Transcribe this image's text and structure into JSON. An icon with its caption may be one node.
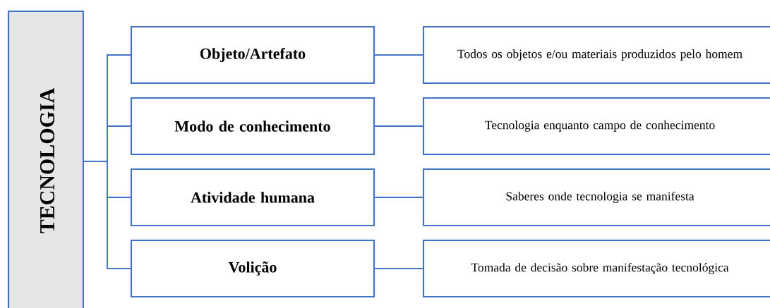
{
  "diagram": {
    "nodes": [
      {
        "text": [
          "TECNOLOGIA"
        ]
      },
      {
        "text": [
          "Objeto/Artefato"
        ]
      },
      {
        "text": [
          "Modo de conhecimento"
        ]
      },
      {
        "text": [
          "Atividade humana"
        ]
      },
      {
        "text": [
          "Volição"
        ]
      },
      {
        "text": [
          "Todos os objetos e/ou materiais produzidos pelo homem"
        ]
      },
      {
        "text": [
          "Tecnologia enquanto campo de conhecimento"
        ]
      },
      {
        "text": [
          "Saberes onde tecnologia se manifesta"
        ]
      },
      {
        "text": [
          "Tomada de decisão sobre manifestação tecnológica"
        ]
      }
    ],
    "edges": [
      {
        "from": 0,
        "to": 1,
        "arrow": "none"
      },
      {
        "from": 0,
        "to": 2,
        "arrow": "none"
      },
      {
        "from": 0,
        "to": 3,
        "arrow": "none"
      },
      {
        "from": 0,
        "to": 4,
        "arrow": "none"
      },
      {
        "from": 1,
        "to": 5,
        "arrow": "none"
      },
      {
        "from": 2,
        "to": 6,
        "arrow": "none"
      },
      {
        "from": 3,
        "to": 7,
        "arrow": "none"
      },
      {
        "from": 4,
        "to": 8,
        "arrow": "none"
      }
    ]
  }
}
